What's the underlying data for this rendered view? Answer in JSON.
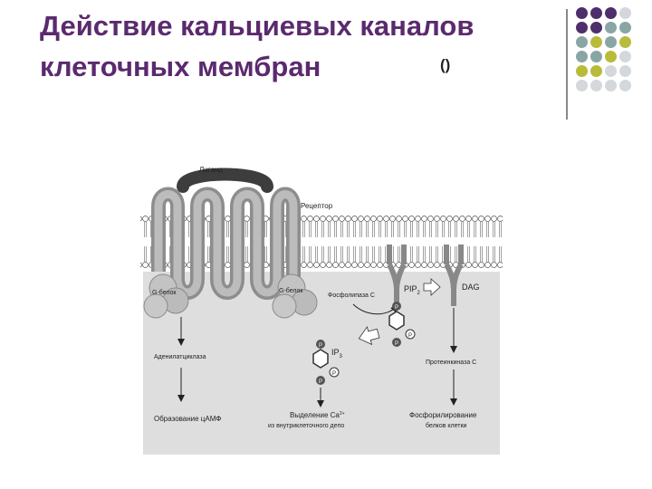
{
  "slide": {
    "title_line1": "Действие кальциевых каналов",
    "title_line2": "клеточных мембран",
    "title_mark": "()",
    "palette": {
      "purple": "#4e2e6b",
      "teal": "#8aa6a4",
      "olive": "#b9bb3a",
      "light": "#d4d8dc"
    }
  },
  "diagram": {
    "ligand": "Лиганд",
    "receptor": "Рецептор",
    "g_protein_left": "G-белок",
    "g_protein_right": "G-белок",
    "phospholipase": "Фосфолипаза С",
    "pip2": "PIP",
    "pip2_sub": "2",
    "dag": "DAG",
    "ip3": "IP",
    "ip3_sub": "3",
    "adenylate_cyclase": "Аденилатциклаза",
    "protein_kinase": "Протеинкиназа С",
    "camp_formation": "Образование цАМФ",
    "ca_release_line1": "Выделение Ca",
    "ca_release_sup": "2+",
    "ca_release_line2": "из внутриклеточного депо",
    "phosphorylation_line1": "Фосфорилирование",
    "phosphorylation_line2": "белков клетки",
    "phosphate": "P"
  }
}
